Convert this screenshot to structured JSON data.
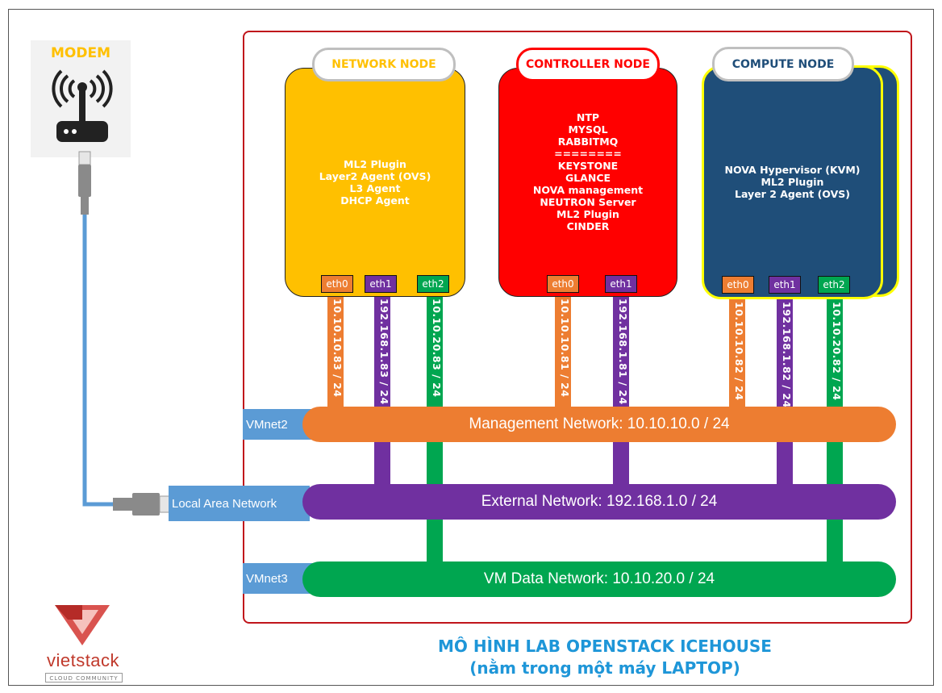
{
  "modem": {
    "label": "MODEM"
  },
  "nodes": {
    "network": {
      "title": "NETWORK NODE",
      "services": "ML2 Plugin\nLayer2 Agent (OVS)\nL3 Agent\nDHCP Agent",
      "eth": [
        "eth0",
        "eth1",
        "eth2"
      ],
      "ips": [
        "10.10.10.83 / 24",
        "192.168.1.83 / 24",
        "10.10.20.83 / 24"
      ]
    },
    "controller": {
      "title": "CONTROLLER NODE",
      "services": "NTP\nMYSQL\nRABBITMQ\n========\nKEYSTONE\nGLANCE\nNOVA management\nNEUTRON Server\nML2 Plugin\nCINDER",
      "eth": [
        "eth0",
        "eth1"
      ],
      "ips": [
        "10.10.10.81 / 24",
        "192.168.1.81 / 24"
      ]
    },
    "compute": {
      "title": "COMPUTE NODE",
      "services": "NOVA Hypervisor (KVM)\nML2 Plugin\nLayer 2 Agent (OVS)",
      "eth": [
        "eth0",
        "eth1",
        "eth2"
      ],
      "ips": [
        "10.10.10.82 / 24",
        "192.168.1.82 / 24",
        "10.10.20.82 / 24"
      ]
    }
  },
  "networks": {
    "management": {
      "tag": "VMnet2",
      "label": "Management Network: 10.10.10.0 / 24"
    },
    "external": {
      "tag": "Local Area Network",
      "label": "External Network: 192.168.1.0 / 24"
    },
    "data": {
      "tag": "VMnet3",
      "label": "VM Data Network: 10.10.20.0 / 24"
    }
  },
  "caption": {
    "line1": "MÔ HÌNH LAB OPENSTACK ICEHOUSE",
    "line2": "(nằm trong một máy LAPTOP)"
  },
  "logo": {
    "name": "vietstack",
    "tagline": "CLOUD COMMUNITY"
  },
  "colors": {
    "orange": "#ed7d31",
    "purple": "#7030a0",
    "green": "#00a650",
    "yellow": "#ffc000",
    "red": "#ff0000",
    "navy": "#1f4e79",
    "blue": "#5b9bd5",
    "caption": "#1e96d8"
  }
}
